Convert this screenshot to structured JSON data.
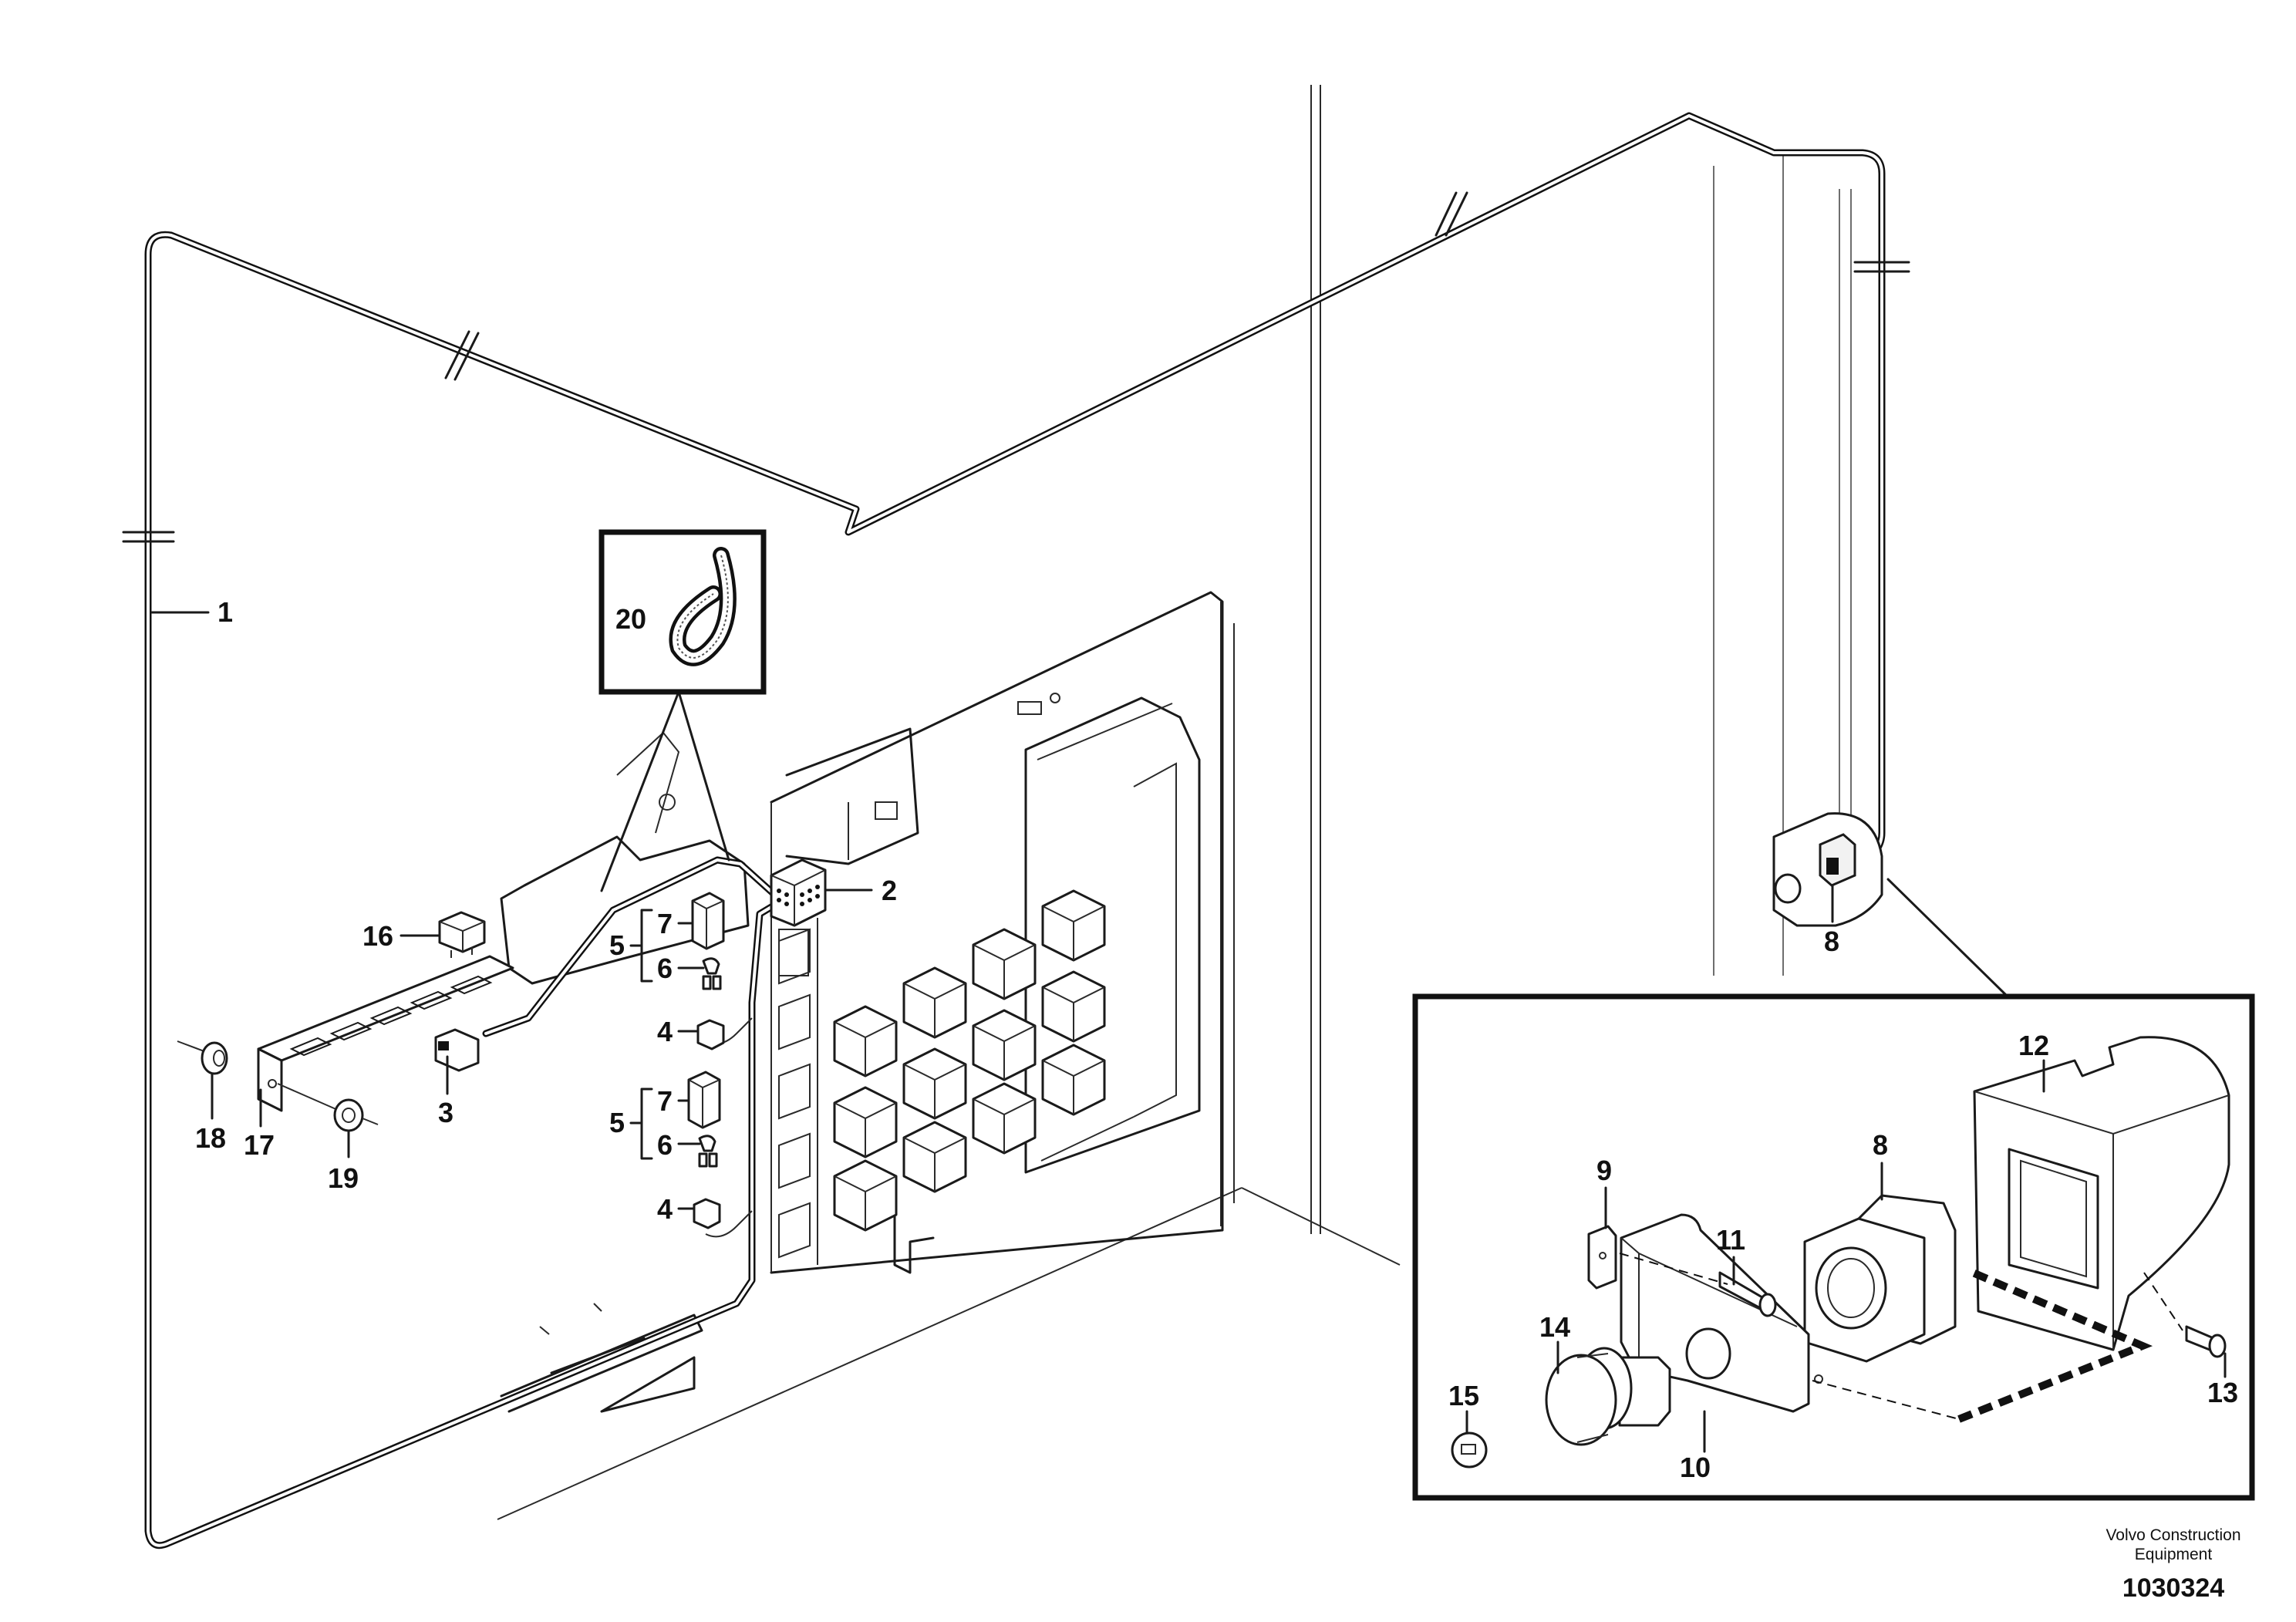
{
  "callouts": {
    "c1": "1",
    "c2": "2",
    "c3": "3",
    "c4a": "4",
    "c4b": "4",
    "c5a": "5",
    "c5b": "5",
    "c6a": "6",
    "c6b": "6",
    "c7a": "7",
    "c7b": "7",
    "c8a": "8",
    "c8b": "8",
    "c9": "9",
    "c10": "10",
    "c11": "11",
    "c12": "12",
    "c13": "13",
    "c14": "14",
    "c15": "15",
    "c16": "16",
    "c17": "17",
    "c18": "18",
    "c19": "19",
    "c20": "20"
  },
  "footer": {
    "brand_line1": "Volvo Construction",
    "brand_line2": "Equipment",
    "drawing_number": "1030324"
  }
}
